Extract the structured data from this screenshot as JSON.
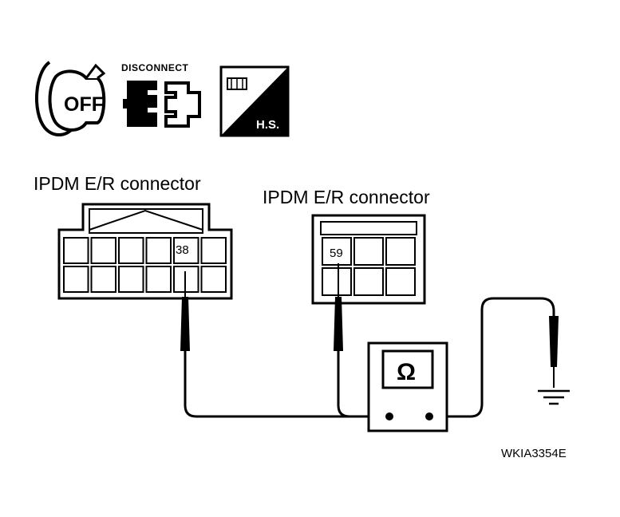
{
  "icons": {
    "ignition": {
      "label": "OFF"
    },
    "disconnect": {
      "label": "DISCONNECT"
    },
    "harness": {
      "label": "H.S."
    }
  },
  "connector_left": {
    "title": "IPDM E/R connector",
    "pin": "38"
  },
  "connector_right": {
    "title": "IPDM E/R connector",
    "pin": "59"
  },
  "meter": {
    "symbol": "Ω"
  },
  "figure_code": "WKIA3354E"
}
